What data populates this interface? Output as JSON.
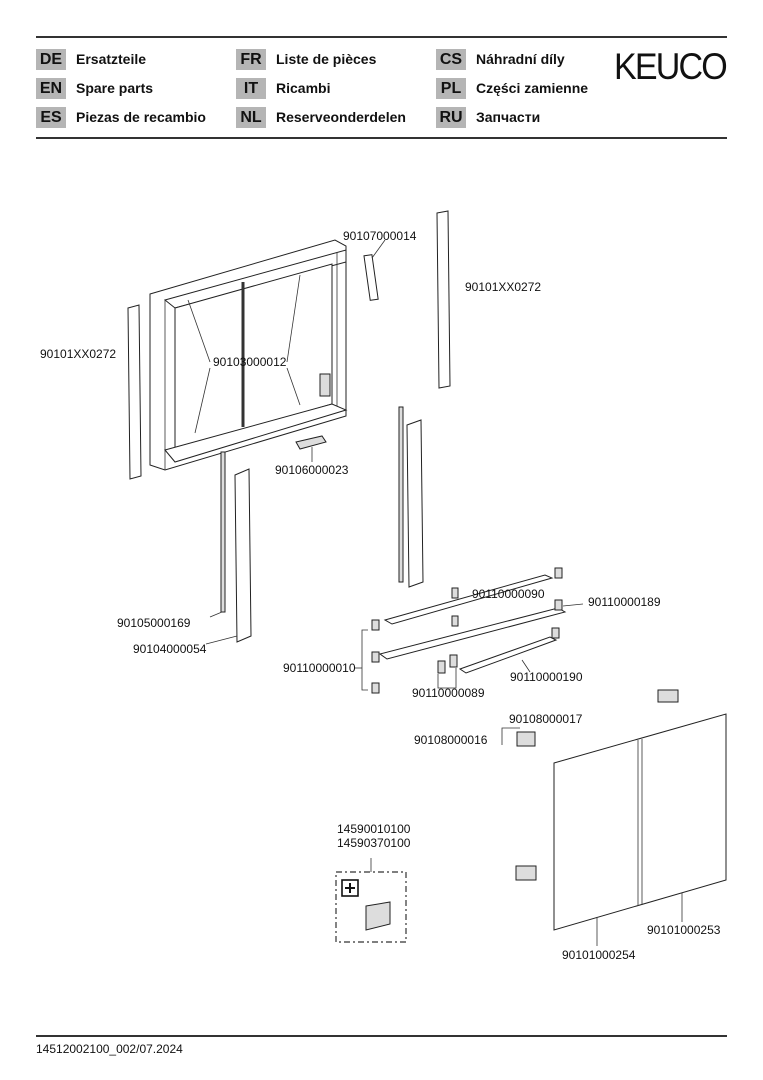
{
  "header": {
    "languages": [
      {
        "code": "DE",
        "label": "Ersatzteile"
      },
      {
        "code": "EN",
        "label": "Spare parts"
      },
      {
        "code": "ES",
        "label": "Piezas de recambio"
      },
      {
        "code": "FR",
        "label": "Liste de pièces"
      },
      {
        "code": "IT",
        "label": "Ricambi"
      },
      {
        "code": "NL",
        "label": "Reserveonderdelen"
      },
      {
        "code": "CS",
        "label": "Náhradní díly"
      },
      {
        "code": "PL",
        "label": "Części zamienne"
      },
      {
        "code": "RU",
        "label": "Запчасти"
      }
    ],
    "logo": "KEUCO"
  },
  "parts": {
    "hinge_cover": "90107000014",
    "side_panel_right": "90101XX0272",
    "side_panel_left": "90101XX0272",
    "frame_clips": "90103000012",
    "bottom_switch": "90106000023",
    "rail_left": "90105000169",
    "strip_left": "90104000054",
    "shelf_holder_top": "90110000090",
    "shelf_long": "90110000189",
    "shelf_brackets": "90110000010",
    "shelf_clips": "90110000089",
    "shelf_short": "90110000190",
    "hinge_b": "90108000017",
    "hinge_a": "90108000016",
    "first_aid_1": "14590010100",
    "first_aid_2": "14590370100",
    "door_right": "90101000253",
    "door_left": "90101000254"
  },
  "footer": {
    "doc_id": "14512002100_002/07.2024"
  }
}
